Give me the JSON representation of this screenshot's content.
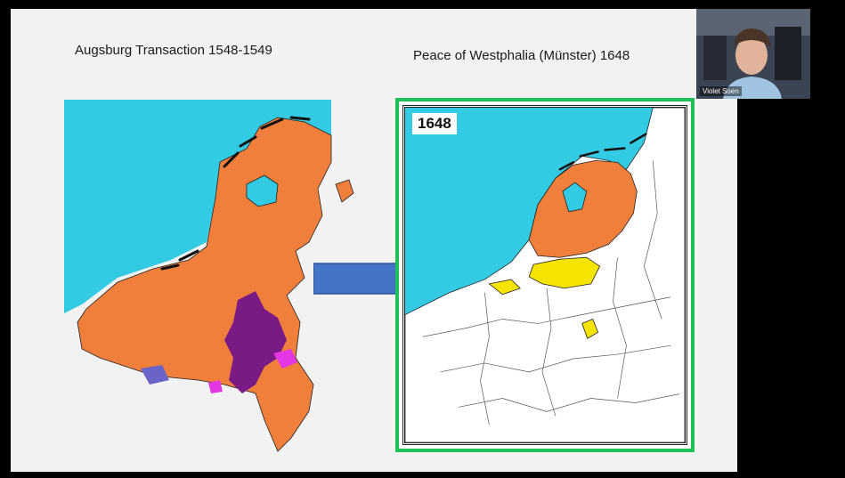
{
  "slide": {
    "title_left": "Augsburg Transaction 1548-1549",
    "title_right": "Peace of Westphalia (Münster) 1648",
    "map_year": "1648"
  },
  "webcam": {
    "participant_name": "Violet Soen"
  },
  "colors": {
    "sea": "#33cbe3",
    "territory": "#f07f3c",
    "yellow": "#f5e400",
    "purple": "#7a1b85",
    "magenta": "#e436e4",
    "blue_region": "#6a63c8",
    "arrow": "#4472c4",
    "frame_green": "#1fbf5a"
  }
}
